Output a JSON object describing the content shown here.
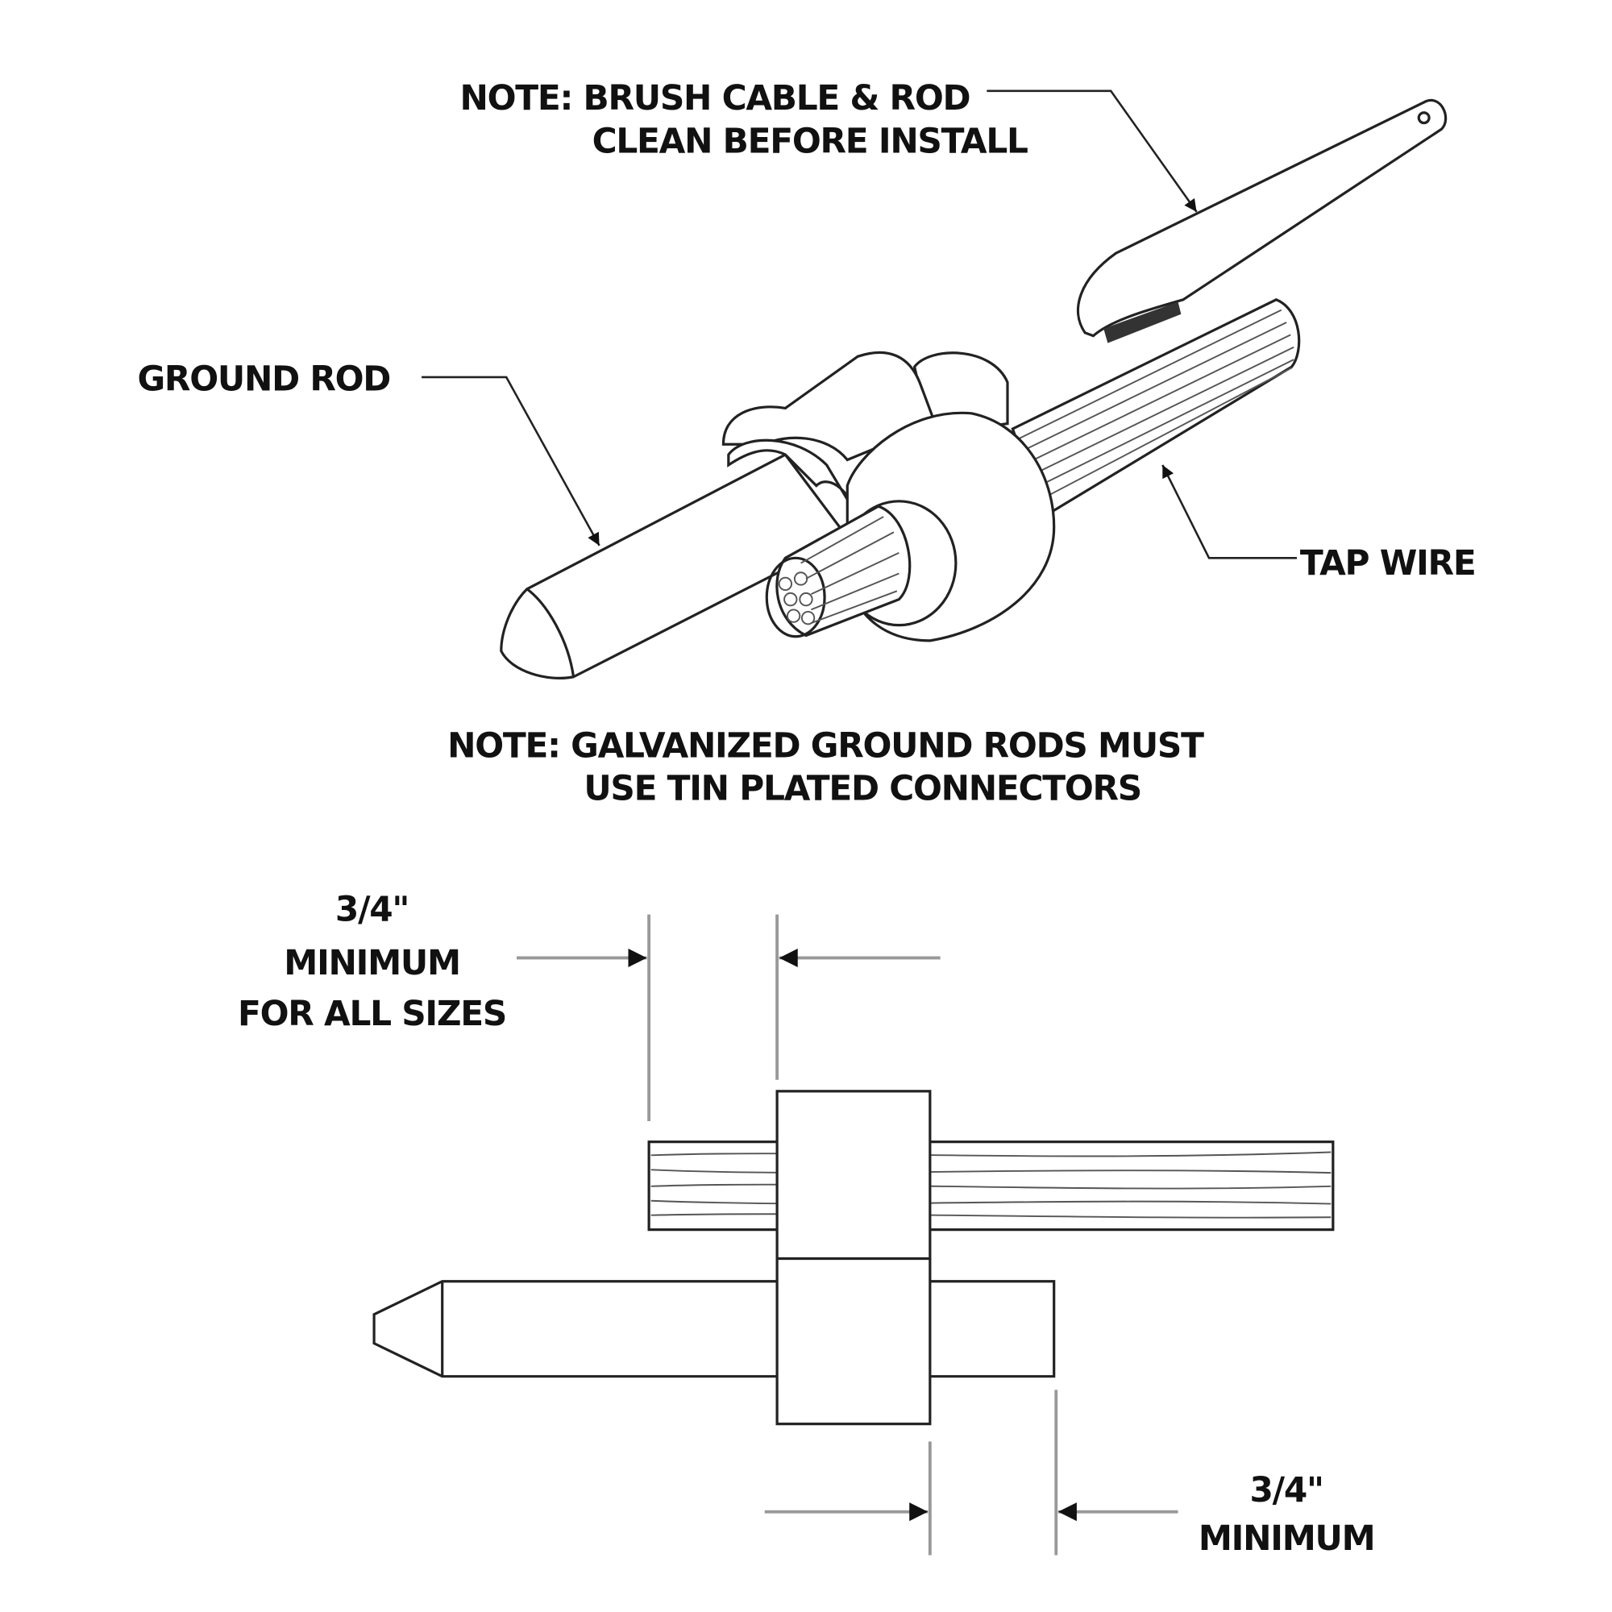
{
  "notes": {
    "brush_line1": "NOTE:  BRUSH CABLE & ROD",
    "brush_line2": "CLEAN BEFORE INSTALL",
    "galv_line1": "NOTE:  GALVANIZED GROUND RODS MUST",
    "galv_line2": "USE TIN PLATED CONNECTORS"
  },
  "labels": {
    "ground_rod": "GROUND ROD",
    "tap_wire": "TAP WIRE"
  },
  "dimensions": {
    "top": {
      "line1": "3/4\"",
      "line2": "MINIMUM",
      "line3": "FOR ALL SIZES"
    },
    "bottom": {
      "line1": "3/4\"",
      "line2": "MINIMUM"
    }
  }
}
